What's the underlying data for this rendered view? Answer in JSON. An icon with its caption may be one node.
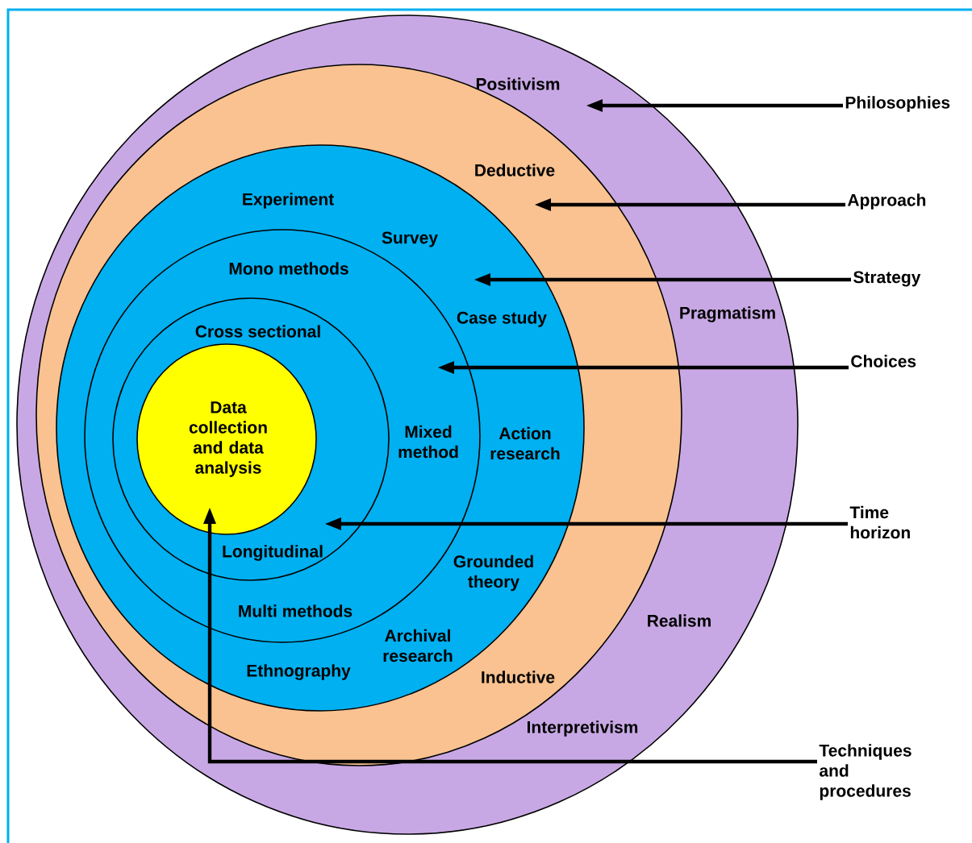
{
  "diagram": {
    "nodes": [
      {
        "text": [
          "Positivism",
          "Pragmatism",
          "Realism",
          "Interpretivism"
        ]
      },
      {
        "text": [
          "Deductive",
          "Inductive"
        ],
        "in": 0
      },
      {
        "text": [
          "Experiment",
          "Survey",
          "Case study",
          "Action research",
          "Grounded theory",
          "Archival research",
          "Ethnography"
        ],
        "in": 1
      },
      {
        "text": [
          "Mono methods",
          "Mixed method",
          "Multi methods"
        ],
        "in": 2
      },
      {
        "text": [
          "Cross sectional",
          "Longitudinal"
        ],
        "in": 3
      },
      {
        "text": [
          "Data collection and data analysis"
        ],
        "in": 4
      },
      {
        "text": [
          "Philosophies"
        ]
      },
      {
        "text": [
          "Approach"
        ]
      },
      {
        "text": [
          "Strategy"
        ]
      },
      {
        "text": [
          "Choices"
        ]
      },
      {
        "text": [
          "Time horizon"
        ]
      },
      {
        "text": [
          "Techniques and procedures"
        ]
      }
    ],
    "edges": [
      {
        "from": 6,
        "to": 0,
        "arrow": "to"
      },
      {
        "from": 7,
        "to": 1,
        "arrow": "to"
      },
      {
        "from": 8,
        "to": 2,
        "arrow": "to"
      },
      {
        "from": 9,
        "to": 3,
        "arrow": "to"
      },
      {
        "from": 10,
        "to": 4,
        "arrow": "to"
      },
      {
        "from": 11,
        "to": 5,
        "arrow": "to"
      }
    ]
  }
}
